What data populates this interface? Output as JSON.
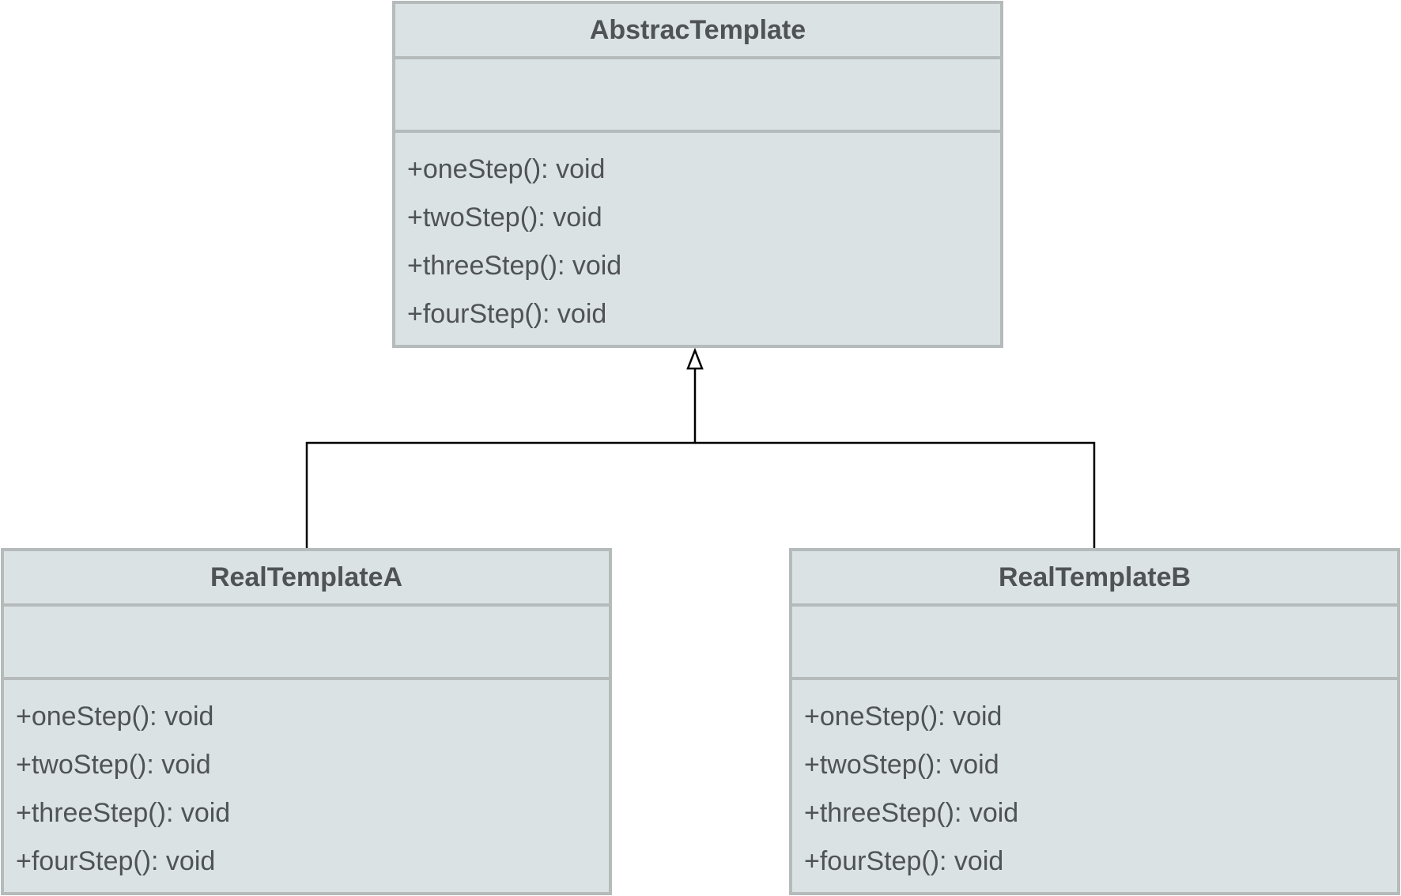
{
  "diagram": {
    "type": "uml-class-diagram",
    "classes": [
      {
        "id": "abstract",
        "name": "AbstracTemplate",
        "attributes": [],
        "methods": [
          "+oneStep(): void",
          "+twoStep(): void",
          "+threeStep(): void",
          "+fourStep(): void"
        ]
      },
      {
        "id": "a",
        "name": "RealTemplateA",
        "attributes": [],
        "methods": [
          "+oneStep(): void",
          "+twoStep(): void",
          "+threeStep(): void",
          "+fourStep(): void"
        ]
      },
      {
        "id": "b",
        "name": "RealTemplateB",
        "attributes": [],
        "methods": [
          "+oneStep(): void",
          "+twoStep(): void",
          "+threeStep(): void",
          "+fourStep(): void"
        ]
      }
    ],
    "relations": [
      {
        "type": "generalization",
        "from": "RealTemplateA",
        "to": "AbstracTemplate"
      },
      {
        "type": "generalization",
        "from": "RealTemplateB",
        "to": "AbstracTemplate"
      }
    ],
    "colors": {
      "box_fill": "#dbe2e3",
      "box_border": "#b5babb",
      "text": "#4f5355",
      "connector": "#000000"
    }
  }
}
